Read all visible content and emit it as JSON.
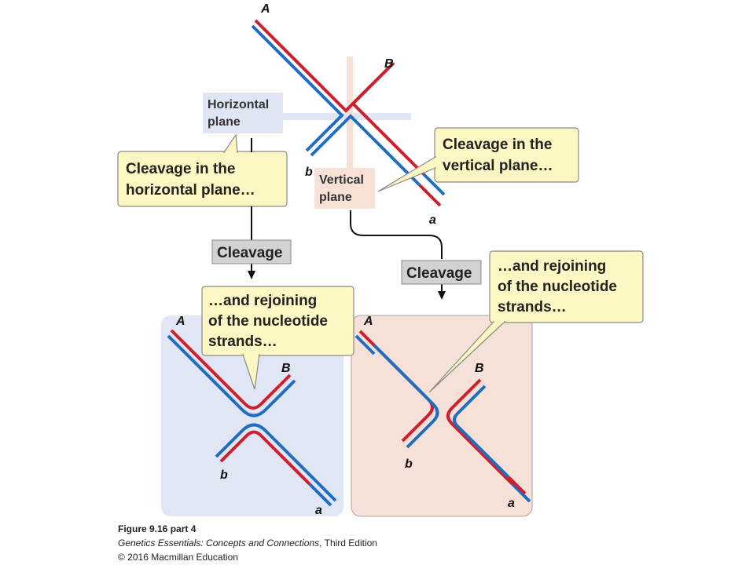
{
  "labels": {
    "top": {
      "A": "A",
      "B": "B",
      "b": "b",
      "a": "a"
    },
    "left": {
      "A": "A",
      "B": "B",
      "b": "b",
      "a": "a"
    },
    "right": {
      "A": "A",
      "B": "B",
      "b": "b",
      "a": "a"
    }
  },
  "planes": {
    "horizontal": [
      "Horizontal",
      "plane"
    ],
    "vertical": [
      "Vertical",
      "plane"
    ]
  },
  "callouts": {
    "horizontal_cleavage": [
      "Cleavage in the",
      "horizontal plane…"
    ],
    "vertical_cleavage": [
      "Cleavage in the",
      "vertical plane…"
    ],
    "rejoin_left": [
      "…and rejoining",
      "of the nucleotide",
      "strands…"
    ],
    "rejoin_right": [
      "…and rejoining",
      "of the nucleotide",
      "strands…"
    ]
  },
  "steps": {
    "left": "Cleavage",
    "right": "Cleavage"
  },
  "caption": {
    "figure": "Figure 9.16 part 4",
    "book_title": "Genetics Essentials: Concepts and Connections",
    "book_edition": ", Third Edition",
    "copyright": "© 2016 Macmillan Education"
  },
  "colors": {
    "red_strand": "#d01f2c",
    "blue_strand": "#1f6ec0",
    "callout_fill": "#fdf7c3",
    "horizontal_plane": "#dfe5f3",
    "vertical_plane": "#f7e0d6",
    "step_fill": "#d2d2d2",
    "left_panel": "#e1e6f4",
    "right_panel": "#f6e1d8"
  }
}
